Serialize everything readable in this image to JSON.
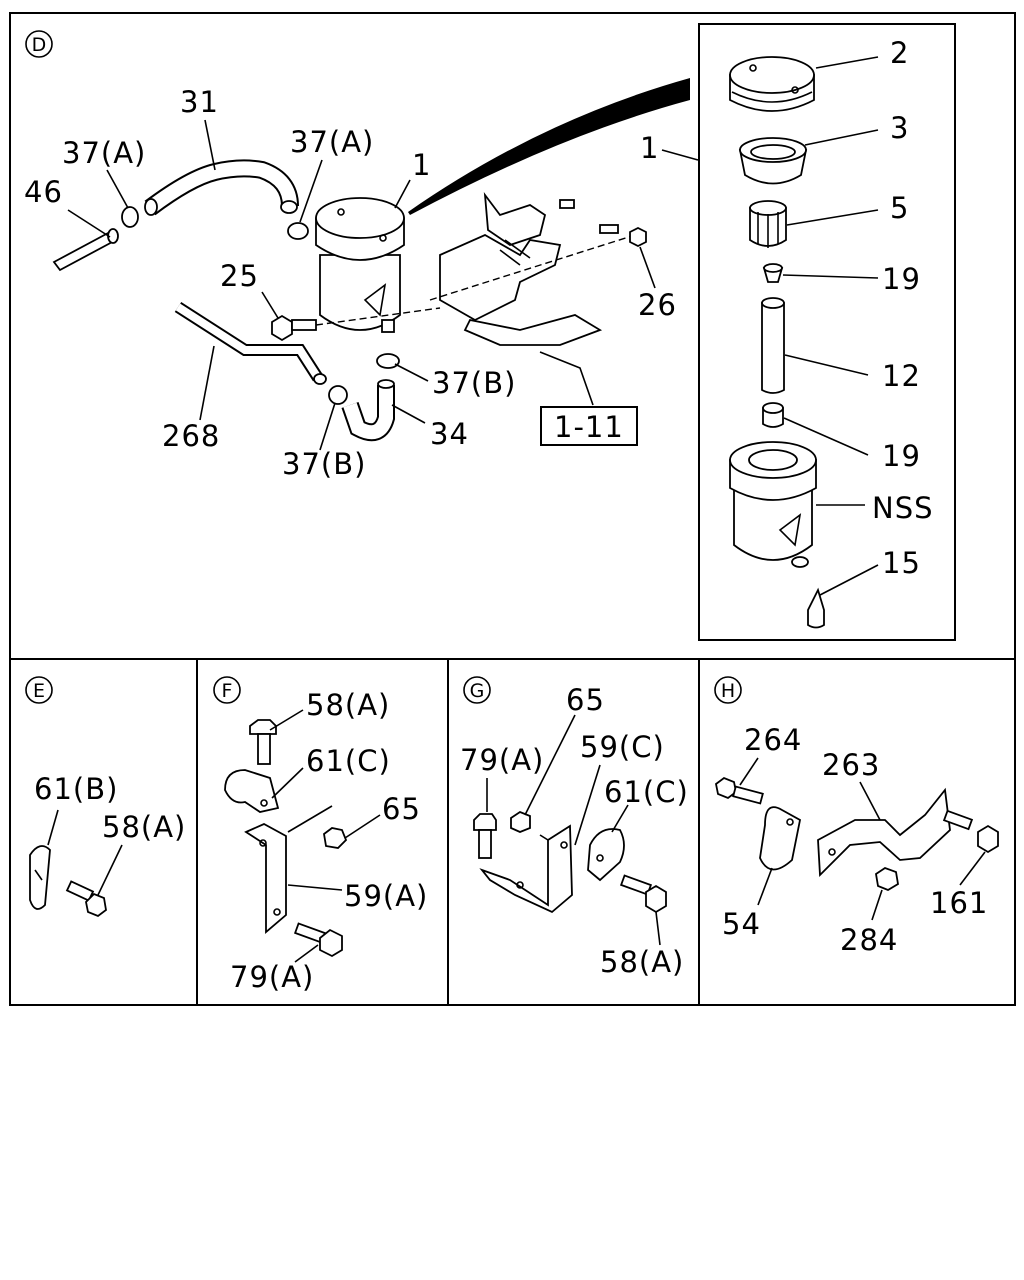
{
  "sections": {
    "D": "D",
    "E": "E",
    "F": "F",
    "G": "G",
    "H": "H"
  },
  "labels": {
    "d_31": "31",
    "d_37a_left": "37(A)",
    "d_37a_right": "37(A)",
    "d_46": "46",
    "d_1_tank": "1",
    "d_25": "25",
    "d_26": "26",
    "d_37b_right": "37(B)",
    "d_268": "268",
    "d_37b_bottom": "37(B)",
    "d_34": "34",
    "d_ref_1_11": "1-11",
    "inset_1": "1",
    "inset_2": "2",
    "inset_3": "3",
    "inset_5": "5",
    "inset_19_top": "19",
    "inset_12": "12",
    "inset_19_bottom": "19",
    "inset_nss": "NSS",
    "inset_15": "15",
    "e_61b": "61(B)",
    "e_58a": "58(A)",
    "f_58a": "58(A)",
    "f_61c": "61(C)",
    "f_65": "65",
    "f_59a": "59(A)",
    "f_79a": "79(A)",
    "g_65": "65",
    "g_79a": "79(A)",
    "g_59c": "59(C)",
    "g_61c": "61(C)",
    "g_58a": "58(A)",
    "h_264": "264",
    "h_263": "263",
    "h_54": "54",
    "h_284": "284",
    "h_161": "161"
  }
}
